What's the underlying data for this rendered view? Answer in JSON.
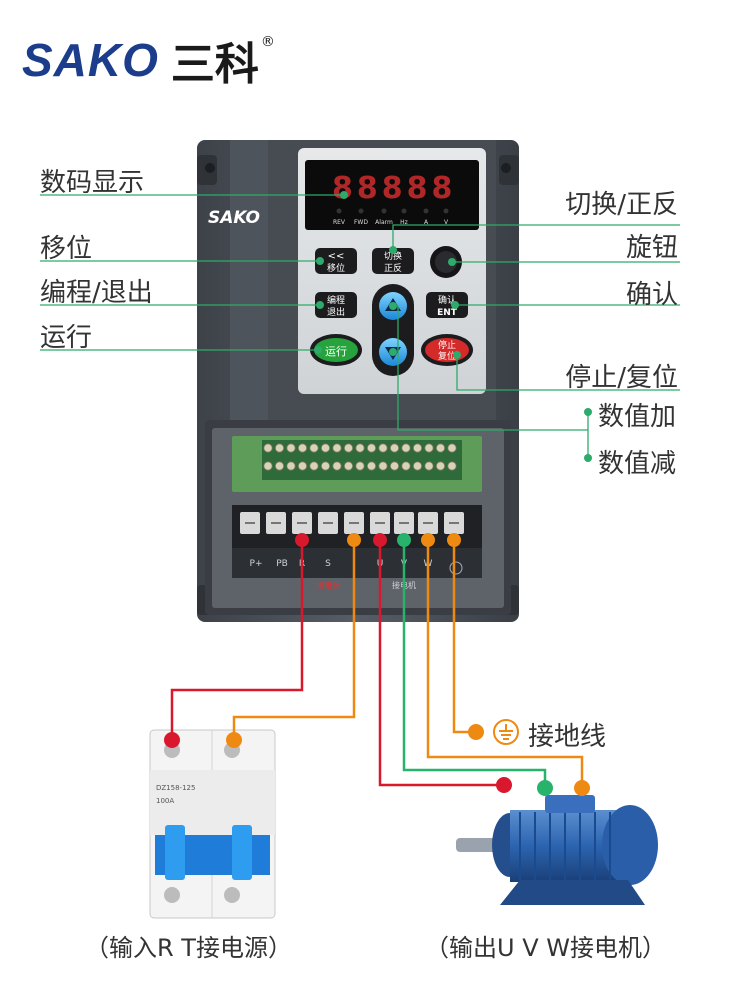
{
  "brand": {
    "name_en": "SAKO",
    "name_cn": "三科",
    "reg": "®",
    "device_logo": "SAKO"
  },
  "display": {
    "digits": "88888",
    "indicators": [
      "REV",
      "FWD",
      "Alarm",
      "Hz",
      "A",
      "V"
    ]
  },
  "keys": {
    "shift": {
      "top": "<<",
      "bottom": "移位"
    },
    "switch": {
      "top": "切换",
      "bottom": "正反"
    },
    "program": {
      "top": "编程",
      "bottom": "退出"
    },
    "confirm": {
      "top": "确认",
      "bottom": "ENT"
    },
    "run": "运行",
    "stop": {
      "top": "停止",
      "bottom": "复位"
    }
  },
  "labels": {
    "digital_display": "数码显示",
    "shift": "移位",
    "program_exit": "编程/退出",
    "run": "运行",
    "switch_fwd_rev": "切换/正反",
    "knob": "旋钮",
    "confirm": "确认",
    "stop_reset": "停止/复位",
    "value_up": "数值加",
    "value_down": "数值减",
    "ground": "接地线"
  },
  "terminals": {
    "labels": [
      "P+",
      "PB",
      "R",
      "S",
      "U",
      "V",
      "W"
    ],
    "power_group": "接电源",
    "motor_group": "接电机"
  },
  "breaker": {
    "model": "DZ158-125",
    "rating": "100A"
  },
  "captions": {
    "input": "（输入R T接电源）",
    "output": "（输出U V W接电机）"
  },
  "colors": {
    "red": "#d9182d",
    "orange": "#ee8a12",
    "green": "#27b36b",
    "leader": "#2eaa6a",
    "brand_blue": "#1c3c8c",
    "housing": "#4a4f57"
  }
}
